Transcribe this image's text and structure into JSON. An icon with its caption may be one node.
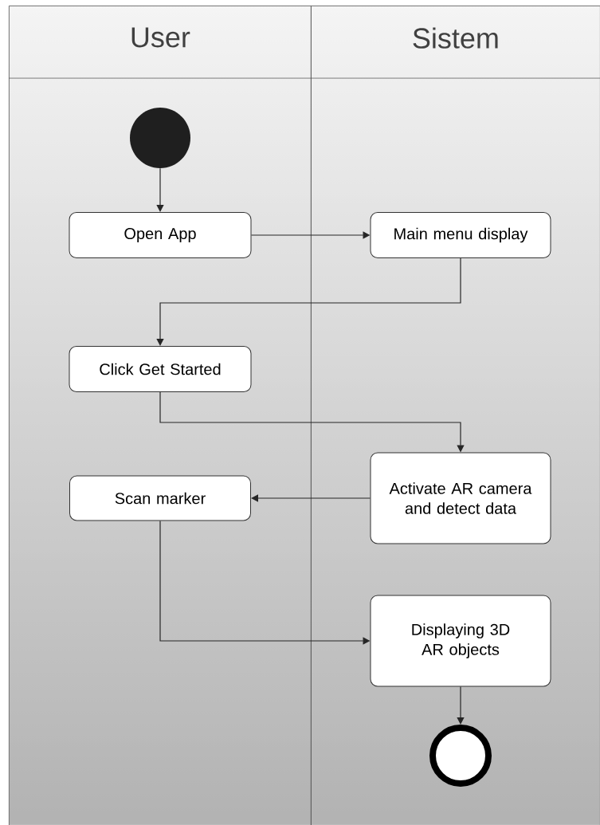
{
  "diagram": {
    "nodes": [
      {
        "text": [
          "User"
        ]
      },
      {
        "text": [
          "Sistem"
        ]
      },
      {
        "text": [],
        "shape": "circle",
        "in": 0
      },
      {
        "text": [
          "Open App"
        ],
        "in": 0
      },
      {
        "text": [
          "Main menu display"
        ],
        "in": 1
      },
      {
        "text": [
          "Click Get Started"
        ],
        "in": 0
      },
      {
        "text": [
          "Activate AR camera and detect data"
        ],
        "in": 1
      },
      {
        "text": [
          "Scan marker"
        ],
        "in": 0
      },
      {
        "text": [
          "Displaying 3D AR objects"
        ],
        "in": 1
      },
      {
        "text": [],
        "shape": "circle",
        "in": 1
      }
    ],
    "edges": [
      {
        "from": 2,
        "to": 3,
        "arrow": "to"
      },
      {
        "from": 3,
        "to": 4,
        "arrow": "to"
      },
      {
        "from": 4,
        "to": 5,
        "arrow": "to"
      },
      {
        "from": 5,
        "to": 6,
        "arrow": "to"
      },
      {
        "from": 6,
        "to": 7,
        "arrow": "to"
      },
      {
        "from": 7,
        "to": 8,
        "arrow": "to"
      },
      {
        "from": 8,
        "to": 9,
        "arrow": "to"
      }
    ]
  }
}
